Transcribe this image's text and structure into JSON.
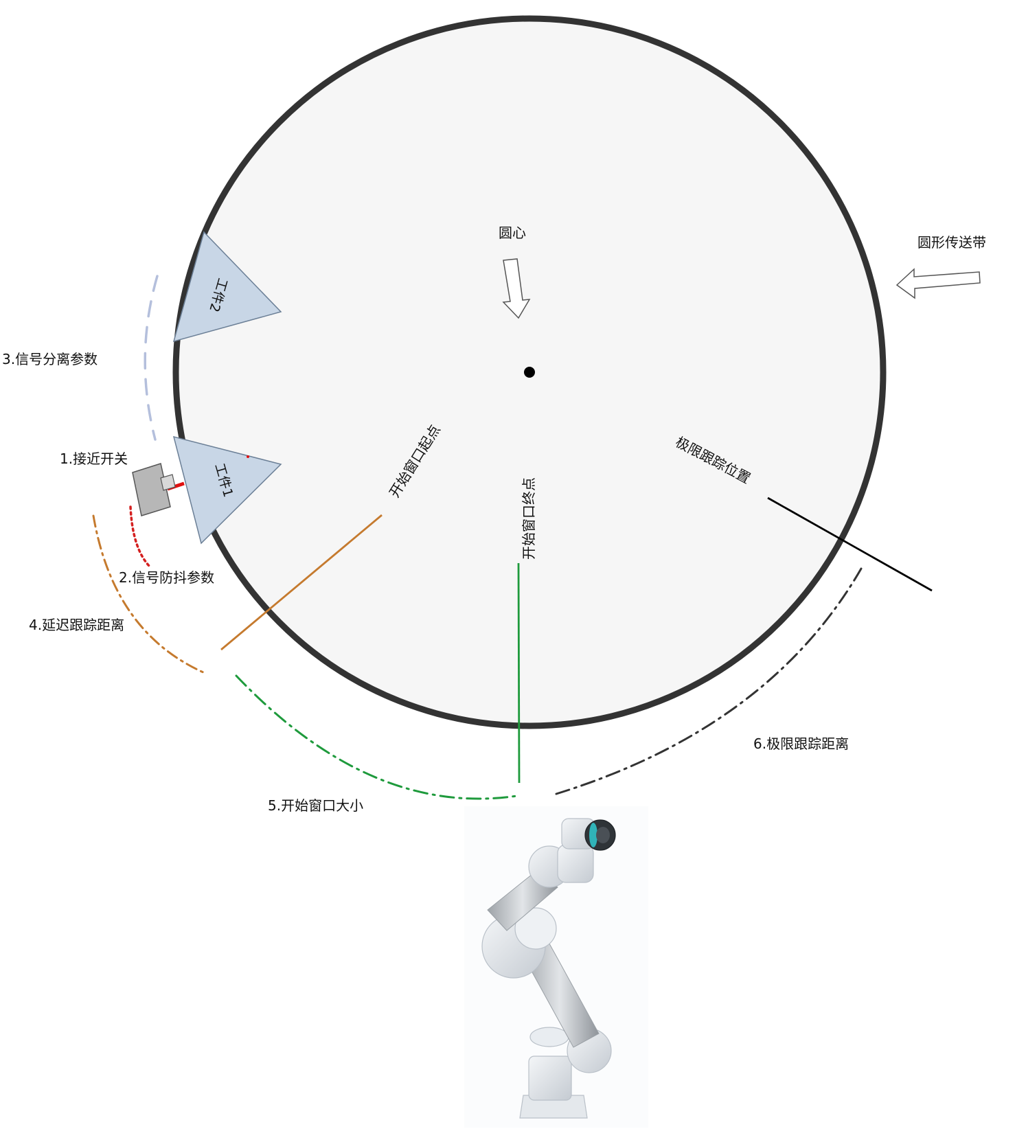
{
  "labels": {
    "center": "圆心",
    "conveyor": "圆形传送带",
    "workpiece1": "工件1",
    "workpiece2": "工件2",
    "window_start": "开始窗口起点",
    "window_end": "开始窗口终点",
    "limit_position": "极限跟踪位置",
    "p1": "1.接近开关",
    "p2": "2.信号防抖参数",
    "p3": "3.信号分离参数",
    "p4": "4.延迟跟踪距离",
    "p5": "5.开始窗口大小",
    "p6": "6.极限跟踪距离"
  },
  "icons": {
    "center_arrow": "hollow-arrow-down-icon",
    "conveyor_arrow": "hollow-arrow-left-icon",
    "sensor": "proximity-switch-icon",
    "robot": "robot-arm-icon"
  },
  "colors": {
    "rim": "#333333",
    "disk": "#f6f6f6",
    "workpiece": "#c8d6e6",
    "workpiece_stroke": "#6b7f96",
    "sensor_beam": "#e01010",
    "debounce": "#d42020",
    "separation": "#b4bfdc",
    "delay": "#c57a2e",
    "window": "#1e9a3c",
    "limit": "#333333"
  }
}
